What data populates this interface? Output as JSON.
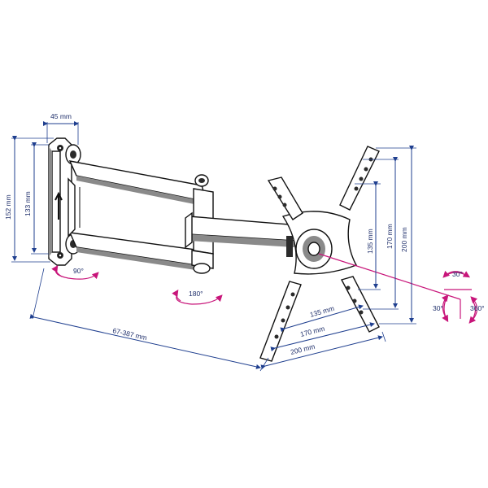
{
  "dimensions": {
    "bracket_depth": "45 mm",
    "plate_height_outer": "152 mm",
    "plate_height_inner": "133 mm",
    "arm_extension": "67-387 mm",
    "vesa_h_135": "135 mm",
    "vesa_h_170": "170 mm",
    "vesa_h_200": "200 mm",
    "vesa_v_135": "135 mm",
    "vesa_v_170": "170 mm",
    "vesa_v_200": "200 mm"
  },
  "rotations": {
    "wall_swivel": "90°",
    "elbow_swivel": "180°",
    "tilt_up": "30°",
    "tilt_down": "30°",
    "rotation": "360°"
  },
  "colors": {
    "dimension": "#1f3f8f",
    "rotation_accent": "#c8157a",
    "outline": "#111111"
  }
}
